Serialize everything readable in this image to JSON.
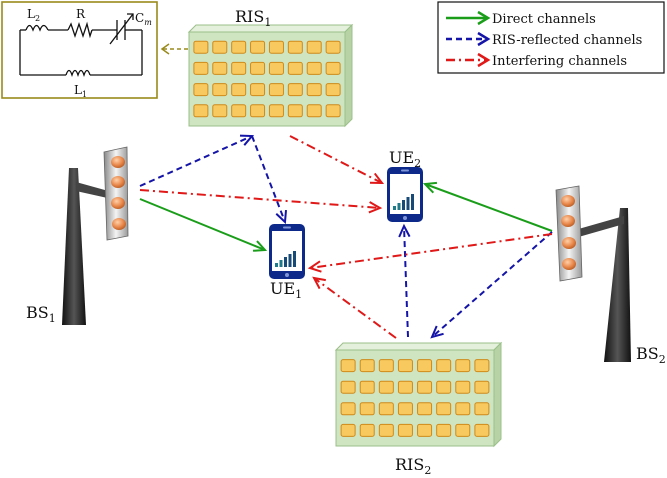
{
  "legend": {
    "items": [
      {
        "label": "Direct channels",
        "color": "#1a9e1a",
        "style": "solid"
      },
      {
        "label": "RIS-reflected channels",
        "color": "#1414a8",
        "style": "dashed"
      },
      {
        "label": "Interfering channels",
        "color": "#e01818",
        "style": "dashdot"
      }
    ]
  },
  "circuit": {
    "l2": {
      "base": "L",
      "sub": "2"
    },
    "r": "R",
    "cm": {
      "base": "C",
      "sub": "m"
    },
    "l1": {
      "base": "L",
      "sub": "1"
    }
  },
  "ris1": {
    "base": "RIS",
    "sub": "1"
  },
  "ris2": {
    "base": "RIS",
    "sub": "2"
  },
  "ue1": {
    "base": "UE",
    "sub": "1"
  },
  "ue2": {
    "base": "UE",
    "sub": "2"
  },
  "bs1": {
    "base": "BS",
    "sub": "1"
  },
  "bs2": {
    "base": "BS",
    "sub": "2"
  },
  "colors": {
    "direct": "#1a9e1a",
    "reflected": "#1414a8",
    "interfering": "#e01818",
    "ris_panel": "#cfe5c2",
    "ris_element": "#f7c95e",
    "ue_phone": "#0d2a8a",
    "bs_tower": "#222222",
    "bs_antenna": "#e8874a",
    "circuit_frame": "#9a8a1c"
  },
  "icons": [
    "ris-panel",
    "phone-icon",
    "tower-icon",
    "antenna-icon",
    "inductor-icon",
    "resistor-icon",
    "varactor-icon"
  ]
}
